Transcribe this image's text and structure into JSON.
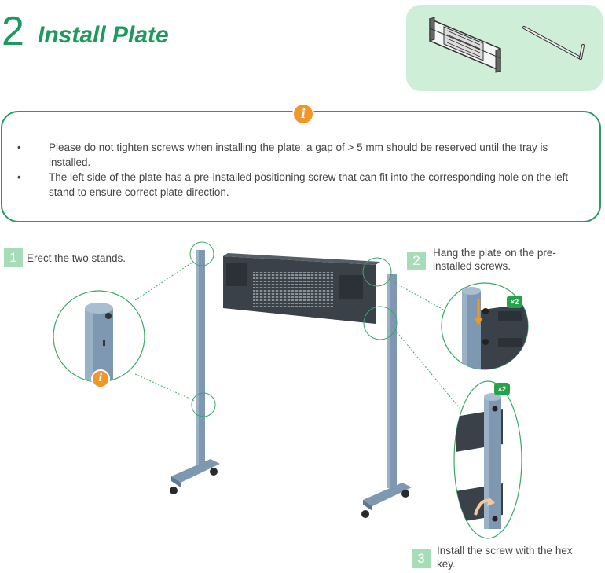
{
  "header": {
    "step_number": "2",
    "title": "Install Plate"
  },
  "note": {
    "icon": "info-icon",
    "bullet": "•",
    "items": [
      "Please do not tighten screws when installing the plate; a gap of > 5 mm should be reserved until the tray is installed.",
      "The left side of the plate has a pre-installed positioning screw that can fit into the corresponding hole on the left stand to ensure correct plate direction."
    ]
  },
  "steps": [
    {
      "number": "1",
      "label": "Erect the two stands."
    },
    {
      "number": "2",
      "label": "Hang the plate on the pre-installed screws."
    },
    {
      "number": "3",
      "label": "Install the screw with the hex key."
    }
  ],
  "badges": {
    "quantity_top": "×2",
    "quantity_bottom": "×2"
  },
  "colors": {
    "brand_green": "#1e9a5e",
    "light_green": "#cfeed8",
    "badge_green": "#a7dcb8",
    "info_orange": "#f2962a",
    "stand_blue": "#7d98b0",
    "plate_dark": "#3b4148"
  }
}
